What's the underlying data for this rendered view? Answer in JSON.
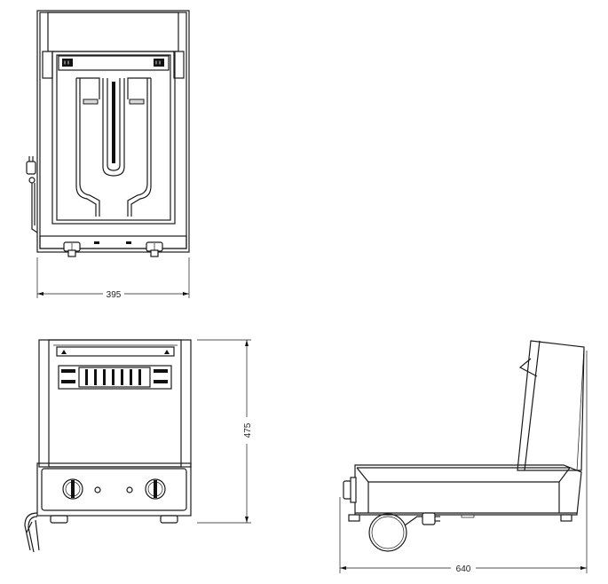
{
  "dimensions": {
    "width_label": "395",
    "height_label": "475",
    "depth_label": "640"
  },
  "views": [
    "top-view",
    "front-view",
    "side-view"
  ],
  "line_color": "#1a1a1a",
  "background_color": "#ffffff"
}
